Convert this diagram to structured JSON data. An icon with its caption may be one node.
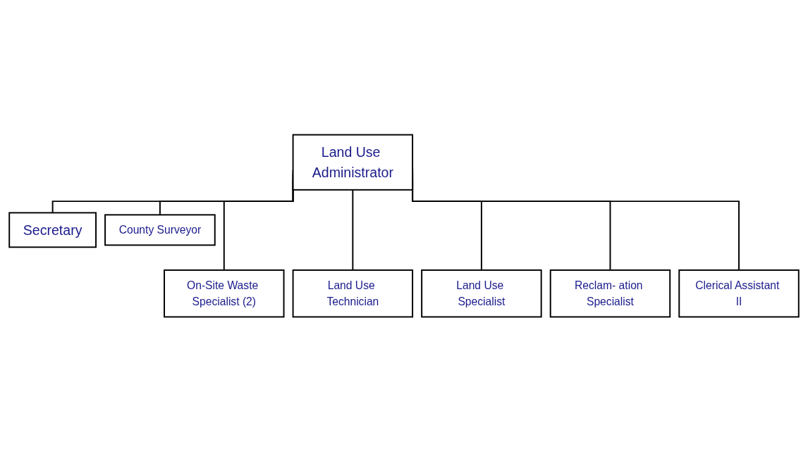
{
  "diagram": {
    "nodes": [
      {
        "text": [
          "Land Use Administrator"
        ]
      },
      {
        "text": [
          "Secretary"
        ]
      },
      {
        "text": [
          "County Surveyor"
        ]
      },
      {
        "text": [
          "On-Site Waste Specialist (2)"
        ]
      },
      {
        "text": [
          "Land Use Technician"
        ]
      },
      {
        "text": [
          "Land Use Specialist"
        ]
      },
      {
        "text": [
          "Reclam- ation Specialist"
        ]
      },
      {
        "text": [
          "Clerical Assistant II"
        ]
      }
    ],
    "edges": [
      {
        "from": 0,
        "to": 1,
        "arrow": "none"
      },
      {
        "from": 0,
        "to": 2,
        "arrow": "none"
      },
      {
        "from": 0,
        "to": 3,
        "arrow": "none"
      },
      {
        "from": 0,
        "to": 4,
        "arrow": "none"
      },
      {
        "from": 0,
        "to": 5,
        "arrow": "none"
      },
      {
        "from": 0,
        "to": 6,
        "arrow": "none"
      },
      {
        "from": 0,
        "to": 7,
        "arrow": "none"
      }
    ]
  }
}
